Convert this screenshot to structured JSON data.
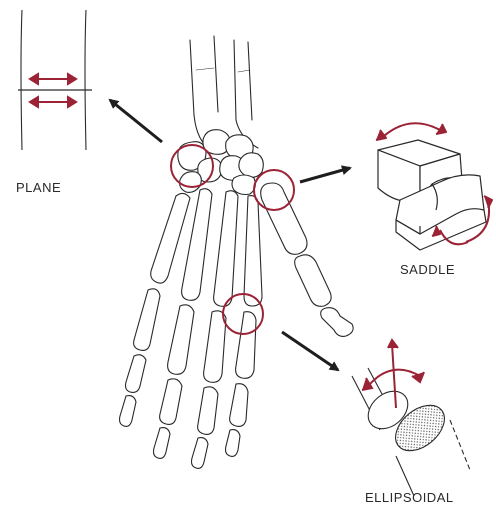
{
  "labels": {
    "plane": "PLANE",
    "saddle": "SADDLE",
    "ellipsoidal": "ELLIPSOIDAL"
  },
  "colors": {
    "ink": "#2a2a2a",
    "highlight": "#9b2335",
    "shading": "#555555"
  },
  "icons": {
    "plane": "plane-joint-icon",
    "saddle": "saddle-joint-icon",
    "ellipsoidal": "ellipsoidal-joint-icon"
  }
}
